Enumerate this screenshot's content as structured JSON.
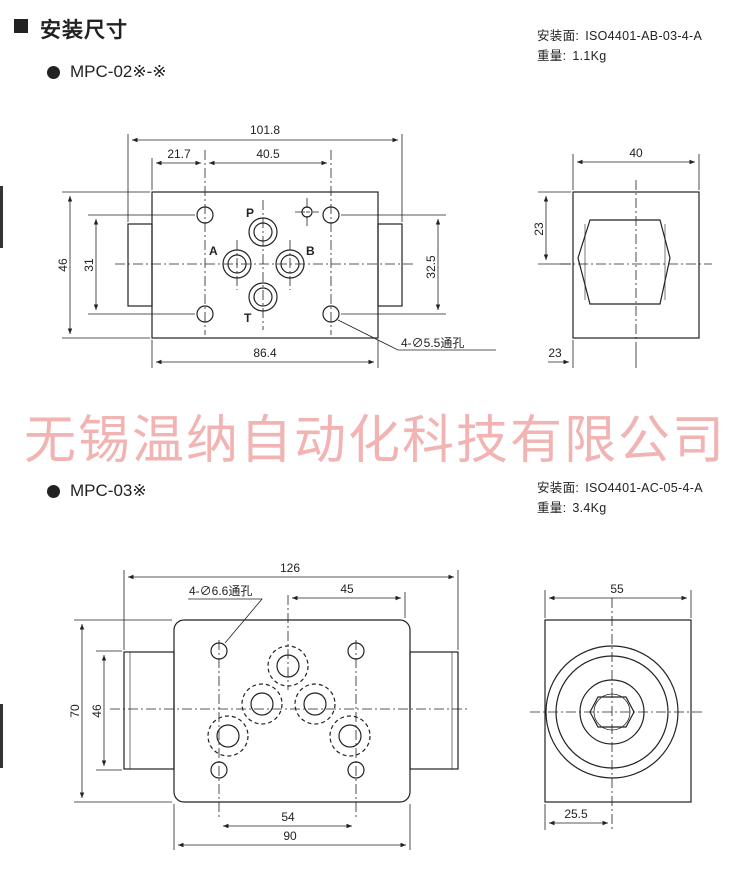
{
  "header": {
    "title": "安装尺寸"
  },
  "section1": {
    "model": "MPC-02※-※",
    "mount_label": "安装面:",
    "mount_value": "ISO4401-AB-03-4-A",
    "weight_label": "重量:",
    "weight_value": "1.1Kg",
    "dims": {
      "overall_width": "101.8",
      "left_offset": "21.7",
      "hole_spacing": "40.5",
      "overall_height": "46",
      "inner_height": "31",
      "hole_height": "32.5",
      "body_width": "86.4",
      "hole_note": "4-∅5.5通孔",
      "side_width": "40",
      "side_height": "23",
      "side_offset": "23"
    },
    "ports": {
      "p": "P",
      "a": "A",
      "b": "B",
      "t": "T"
    }
  },
  "watermark": "无锡温纳自动化科技有限公司",
  "section2": {
    "model": "MPC-03※",
    "mount_label": "安装面:",
    "mount_value": "ISO4401-AC-05-4-A",
    "weight_label": "重量:",
    "weight_value": "3.4Kg",
    "dims": {
      "overall_width": "126",
      "hole_note": "4-∅6.6通孔",
      "hole_spacing": "45",
      "overall_height": "70",
      "inner_height": "46",
      "hole_pitch": "54",
      "body_width": "90",
      "side_width": "55",
      "side_offset": "25.5"
    }
  }
}
